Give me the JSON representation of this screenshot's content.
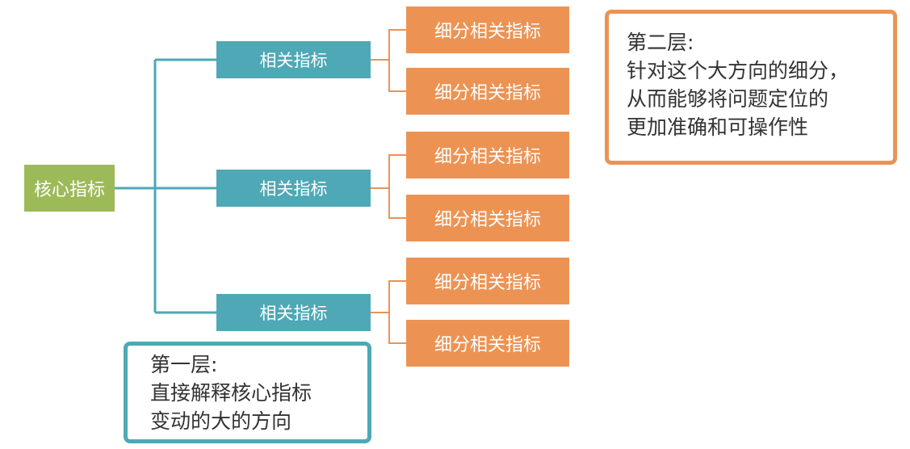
{
  "colors": {
    "core": "#9DBA58",
    "related": "#4FA8B5",
    "sub": "#EC9354",
    "connector": "#4FA8B5",
    "subConnector": "#EC9354"
  },
  "core": {
    "label": "核心指标"
  },
  "branches": [
    {
      "label": "相关指标",
      "subs": [
        "细分相关指标",
        "细分相关指标"
      ]
    },
    {
      "label": "相关指标",
      "subs": [
        "细分相关指标",
        "细分相关指标"
      ]
    },
    {
      "label": "相关指标",
      "subs": [
        "细分相关指标",
        "细分相关指标"
      ]
    }
  ],
  "notes": {
    "layer1": {
      "title": "第一层:",
      "lines": [
        "直接解释核心指标",
        "变动的大的方向"
      ]
    },
    "layer2": {
      "title": "第二层:",
      "lines": [
        "针对这个大方向的细分，",
        "从而能够将问题定位的",
        "更加准确和可操作性"
      ]
    }
  }
}
